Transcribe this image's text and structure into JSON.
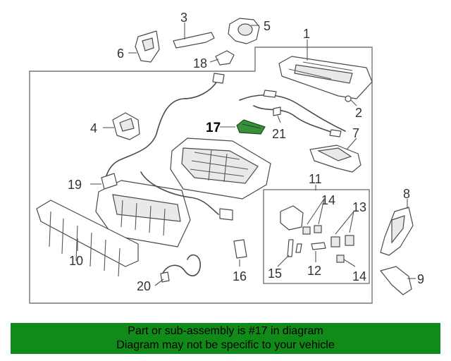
{
  "diagram": {
    "callouts": {
      "c1": "1",
      "c2": "2",
      "c3": "3",
      "c4": "4",
      "c5": "5",
      "c6": "6",
      "c7": "7",
      "c8": "8",
      "c9": "9",
      "c10": "10",
      "c11": "11",
      "c12": "12",
      "c13": "13",
      "c14a": "14",
      "c14b": "14",
      "c15": "15",
      "c16": "16",
      "c17": "17",
      "c18": "18",
      "c19": "19",
      "c20": "20",
      "c21": "21"
    },
    "highlight_part": "17",
    "highlight_color": "#2e7d32"
  },
  "banner": {
    "line1": "Part or sub-assembly is #17 in diagram",
    "line2": "Diagram may not be specific to your vehicle",
    "background": "#118a1a"
  }
}
